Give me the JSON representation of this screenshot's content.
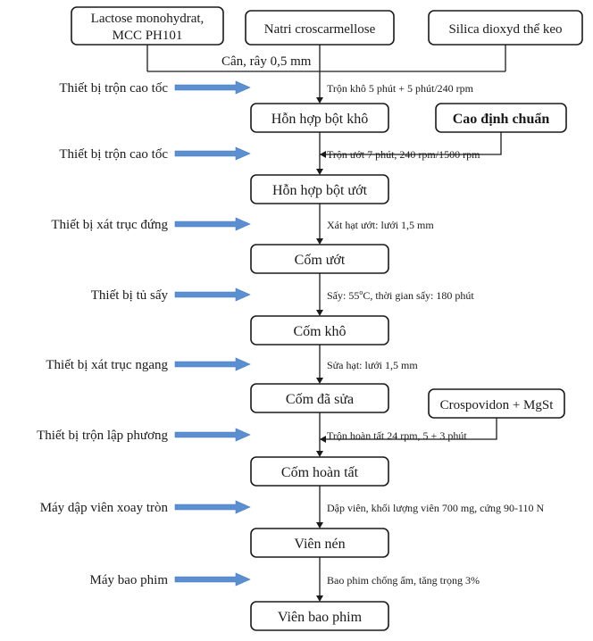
{
  "inputs": {
    "lactose_line1": "Lactose monohydrat,",
    "lactose_line2": "MCC PH101",
    "natri": "Natri croscarmellose",
    "silica": "Silica dioxyd thể keo",
    "sieve_label": "Cân, rây 0,5 mm"
  },
  "steps": [
    {
      "box": "Hỗn hợp bột khô",
      "process": "Trộn khô 5 phút + 5 phút/240 rpm",
      "equipment": "Thiết bị trộn cao tốc"
    },
    {
      "box": "Hỗn hợp bột ướt",
      "process": "Trộn ướt 7 phút, 240 rpm/1500 rpm",
      "equipment": "Thiết bị trộn cao tốc"
    },
    {
      "box": "Cốm ướt",
      "process": "Xát hạt ướt: lưới 1,5 mm",
      "equipment": "Thiết bị xát trục đứng"
    },
    {
      "box": "Cốm khô",
      "process_prefix": "Sấy: 55",
      "process_sup": "o",
      "process_suffix": "C, thời gian sấy: 180 phút",
      "equipment": "Thiết bị tủ sấy"
    },
    {
      "box": "Cốm đã sửa",
      "process": "Sửa hạt: lưới 1,5 mm",
      "equipment": "Thiết bị xát trục ngang"
    },
    {
      "box": "Cốm hoàn tất",
      "process": "Trộn hoàn tất 24 rpm, 5 + 3 phút",
      "equipment": "Thiết bị trộn lập phương"
    },
    {
      "box": "Viên nén",
      "process": "Dập viên, khối lượng viên 700 mg, cứng 90-110 N",
      "equipment": "Máy dập viên xoay tròn"
    },
    {
      "box": "Viên bao phim",
      "process": "Bao phim chống ẩm, tăng trọng 3%",
      "equipment": "Máy bao phim"
    }
  ],
  "side_inputs": {
    "cao": "Cao định chuẩn",
    "crospovidon": "Crospovidon + MgSt"
  },
  "colors": {
    "arrow": "#5b8fd0",
    "line": "#1a1a1a"
  }
}
